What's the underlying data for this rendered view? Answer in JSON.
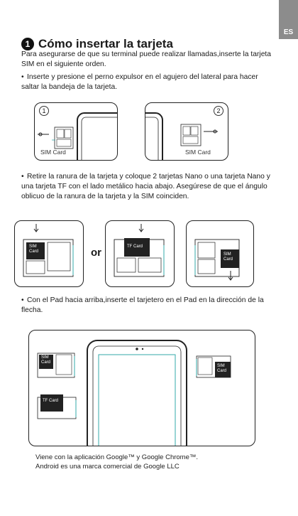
{
  "lang_tab": "ES",
  "section": {
    "number": "1",
    "title": "Cómo insertar la tarjeta",
    "intro": "Para asegurarse de que su terminal puede realizar llamadas,inserte la tarjeta SIM en el siguiente orden."
  },
  "steps": [
    {
      "bullet": "•",
      "text": "Inserte y presione el perno expulsor en el agujero del lateral para hacer saltar la bandeja de la tarjeta."
    },
    {
      "bullet": "•",
      "text": "Retire la ranura de la tarjeta y coloque 2 tarjetas Nano o una tarjeta Nano y una tarjeta TF con el lado metálico hacia abajo. Asegúrese de que el ángulo oblicuo de la ranura de la tarjeta y la SIM coinciden."
    },
    {
      "bullet": "•",
      "text": "Con el Pad hacia arriba,inserte el tarjetero en el Pad en la dirección de la flecha."
    }
  ],
  "figure1": {
    "panel1_number": "1",
    "panel2_number": "2",
    "panel1_caption": "SIM Card",
    "panel2_caption": "SIM Card"
  },
  "figure2": {
    "card1_label": "SIM\nCard",
    "card2_label": "TF Card",
    "card3_label": "SIM\nCard",
    "or_text": "or"
  },
  "figure3": {
    "sim_left_label": "SIM\nCard",
    "tf_label": "TF Card",
    "sim_right_label": "SIM\nCard"
  },
  "footer": {
    "line1": "Viene con la aplicación Google™ y Google Chrome™.",
    "line2": "Android es una marca comercial de Google LLC"
  }
}
